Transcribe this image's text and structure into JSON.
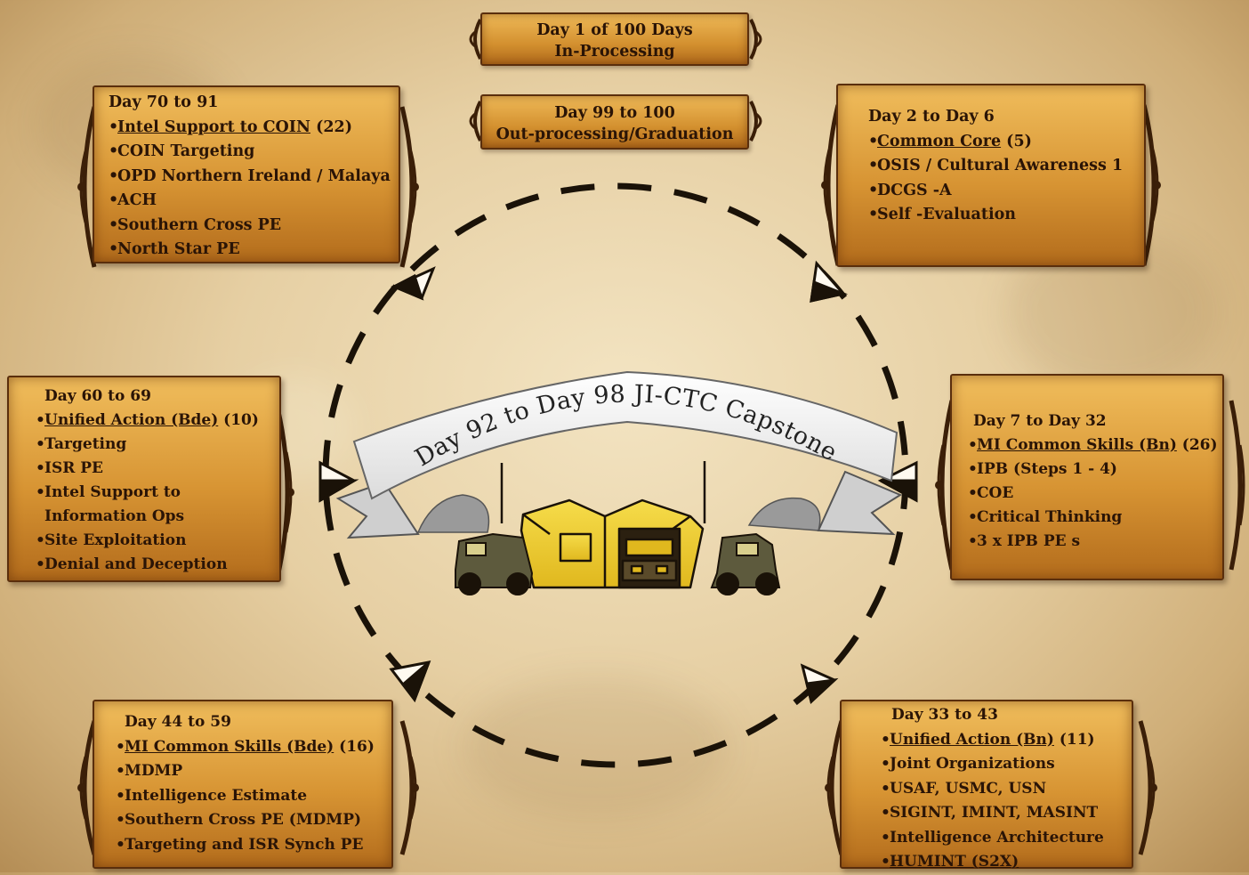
{
  "top_boxes": [
    {
      "line1": "Day 1 of 100 Days",
      "line2": "In-Processing"
    },
    {
      "line1": "Day 99 to 100",
      "line2": "Out-processing/Graduation"
    }
  ],
  "center_banner": {
    "text": "Day 92 to Day 98 JI-CTC Capstone"
  },
  "boxes": {
    "day70": {
      "title": "Day 70 to 91",
      "items": [
        {
          "text": "Intel Support to COIN",
          "suffix": " (22)"
        },
        {
          "text": "COIN Targeting"
        },
        {
          "text": "OPD Northern Ireland / Malaya"
        },
        {
          "text": "ACH"
        },
        {
          "text": "Southern Cross PE"
        },
        {
          "text": "North Star PE"
        }
      ]
    },
    "day2": {
      "title": "Day 2 to Day 6",
      "items": [
        {
          "text": "Common Core",
          "suffix": " (5)"
        },
        {
          "text": "OSIS / Cultural Awareness 1"
        },
        {
          "text": "DCGS -A"
        },
        {
          "text": "Self -Evaluation"
        }
      ]
    },
    "day60": {
      "title": "Day 60  to 69",
      "items": [
        {
          "text": "Unified Action (Bde)",
          "suffix": " (10)"
        },
        {
          "text": "Targeting"
        },
        {
          "text": "ISR PE"
        },
        {
          "text": "Intel Support to",
          "line2": "Information Ops"
        },
        {
          "text": "Site Exploitation"
        },
        {
          "text": "Denial and Deception"
        }
      ]
    },
    "day7": {
      "title": "Day 7 to Day 32",
      "items": [
        {
          "text": "MI Common Skills (Bn)",
          "suffix": " (26)"
        },
        {
          "text": "IPB (Steps 1 - 4)"
        },
        {
          "text": "COE"
        },
        {
          "text": "Critical Thinking"
        },
        {
          "text": "3 x IPB PE s"
        }
      ]
    },
    "day44": {
      "title": "Day 44 to 59",
      "items": [
        {
          "text": "MI Common Skills (Bde)",
          "suffix": "  (16)"
        },
        {
          "text": "MDMP"
        },
        {
          "text": "Intelligence Estimate"
        },
        {
          "text": "Southern Cross PE (MDMP)"
        },
        {
          "text": "Targeting and ISR Synch PE"
        }
      ]
    },
    "day33": {
      "title": "Day 33 to 43",
      "items": [
        {
          "text": "Unified Action (Bn)",
          "suffix": " (11)"
        },
        {
          "text": "Joint Organizations"
        },
        {
          "text": "USAF, USMC, USN"
        },
        {
          "text": "SIGINT, IMINT, MASINT"
        },
        {
          "text": "Intelligence Architecture"
        },
        {
          "text": "HUMINT (S2X)"
        }
      ]
    }
  },
  "colors": {
    "box_fill": "#d79433",
    "box_border": "#5a2e0c",
    "text": "#2a1406",
    "dash": "#1a1208",
    "banner": "#ffffff",
    "tent": "#f0cf3a"
  },
  "icons": [
    "cycle-arrow-icon",
    "scroll-ornament-icon",
    "tent-icon",
    "humvee-icon"
  ]
}
